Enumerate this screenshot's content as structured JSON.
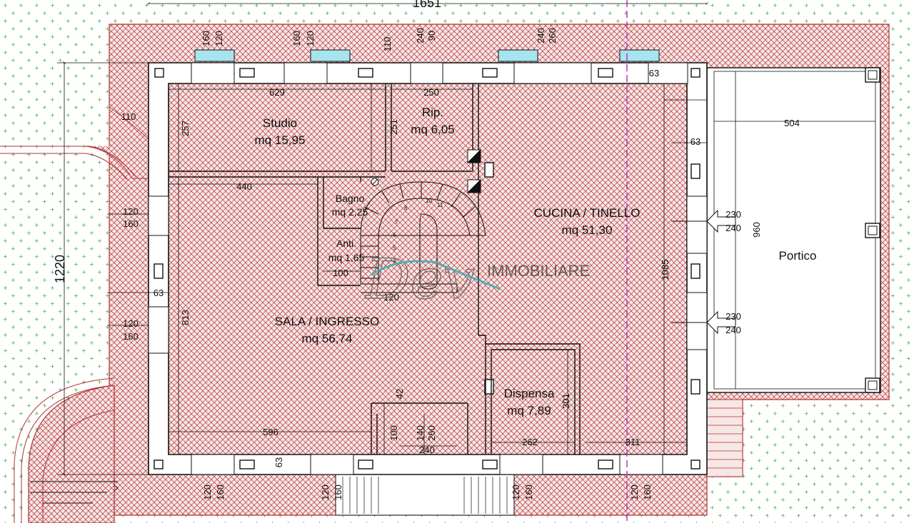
{
  "top_overall_dim": "1651",
  "left_overall_dim": "1220",
  "rooms": {
    "studio_name": "Studio",
    "studio_area": "mq 15,95",
    "rip_name": "Rip.",
    "rip_area": "mq 6,05",
    "bagno_name": "Bagno",
    "bagno_area": "mq 2,25",
    "anti_name": "Anti.",
    "anti_area": "mq 1,65",
    "sala_name": "SALA / INGRESSO",
    "sala_area": "mq 56,74",
    "cucina_name": "CUCINA / TINELLO",
    "cucina_area": "mq 51,30",
    "dispensa_name": "Dispensa",
    "dispensa_area": "mq 7,89",
    "portico_name": "Portico"
  },
  "dims": {
    "d629": "629",
    "d250": "250",
    "d440": "440",
    "d257": "257",
    "d251": "251",
    "d110a": "110",
    "d110b": "110",
    "d813": "813",
    "d596": "596",
    "d63a": "63",
    "d63b": "63",
    "d63c": "63",
    "d63d": "63",
    "d1085": "1085",
    "d960": "960",
    "d504": "504",
    "d311": "311",
    "d262": "262",
    "d301": "301",
    "d42": "42",
    "d100a": "100",
    "d100b": "100",
    "d140": "140",
    "d260a": "260",
    "d240a": "240",
    "d120s": "120",
    "w120a": "120",
    "w160a": "160",
    "w120b": "120",
    "w160b": "160",
    "t160a": "160",
    "t120a": "120",
    "t160b": "160",
    "t120b": "120",
    "t240a": "240",
    "t90": "90",
    "t240b": "240",
    "t260": "260",
    "b120a": "120",
    "b160a": "160",
    "b120b": "120",
    "b160b": "160",
    "b120c": "120",
    "b160c": "160",
    "b120d": "120",
    "b160d": "160",
    "r230a": "230",
    "r240a": "240",
    "r230b": "230",
    "r240b": "240"
  },
  "stair_numbers": {
    "s10": "10",
    "s11": "11",
    "s8": "8",
    "s7": "7",
    "s6": "6",
    "s5": "5",
    "s4": "4"
  },
  "watermark": {
    "script": "Dev",
    "word": "IMMOBILIARE"
  },
  "colors": {
    "brick_red": "#b23232",
    "window_cyan": "#a8e4ee",
    "dashed_axis": "#c030c0",
    "grass_dot": "#37a837",
    "watermark_teal": "#2aa7b0"
  }
}
